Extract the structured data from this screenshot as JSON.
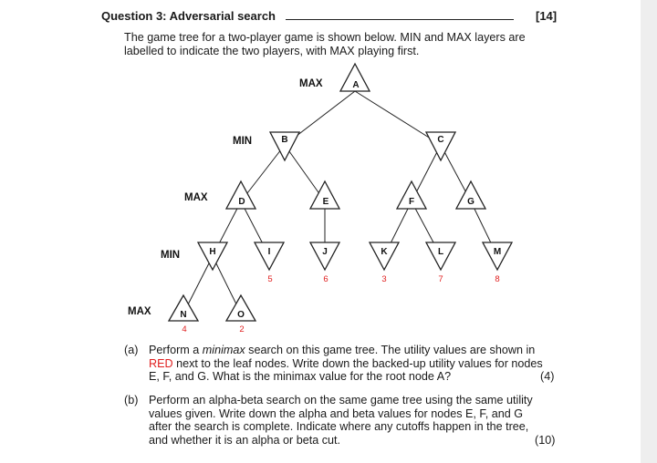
{
  "header": {
    "title": "Question 3: Adversarial search",
    "marks": "[14]"
  },
  "intro": "The game tree for a two-player game is shown below. MIN and MAX layers are labelled to indicate the two players, with MAX playing first.",
  "tree": {
    "layer_labels": [
      "MAX",
      "MIN",
      "MAX",
      "MIN",
      "MAX"
    ],
    "nodes": [
      "A",
      "B",
      "C",
      "D",
      "E",
      "F",
      "G",
      "H",
      "I",
      "J",
      "K",
      "L",
      "M",
      "N",
      "O"
    ],
    "leaf_values": {
      "I": "5",
      "J": "6",
      "K": "3",
      "L": "7",
      "M": "8",
      "N": "4",
      "O": "2"
    },
    "leaf_value_color": "#e02020"
  },
  "parts": [
    {
      "label": "(a)",
      "line1_pre": "Perform a ",
      "line1_em": "minimax",
      "line1_post": " search on this game tree. The utility values are shown in",
      "line2_red": "RED",
      "line2_post": " next to the leaf nodes. Write down the backed-up utility values for nodes",
      "line3": "E, F, and G. What is the minimax value for the root node A?",
      "marks": "(4)"
    },
    {
      "label": "(b)",
      "line1": "Perform an alpha-beta search on the same game tree using the same utility",
      "line2": "values given.  Write down the alpha and beta values for nodes E, F, and G",
      "line3": "after the search is complete.  Indicate where any cutoffs happen in the tree,",
      "line4": "and whether it is an alpha or beta cut.",
      "marks": "(10)"
    }
  ]
}
